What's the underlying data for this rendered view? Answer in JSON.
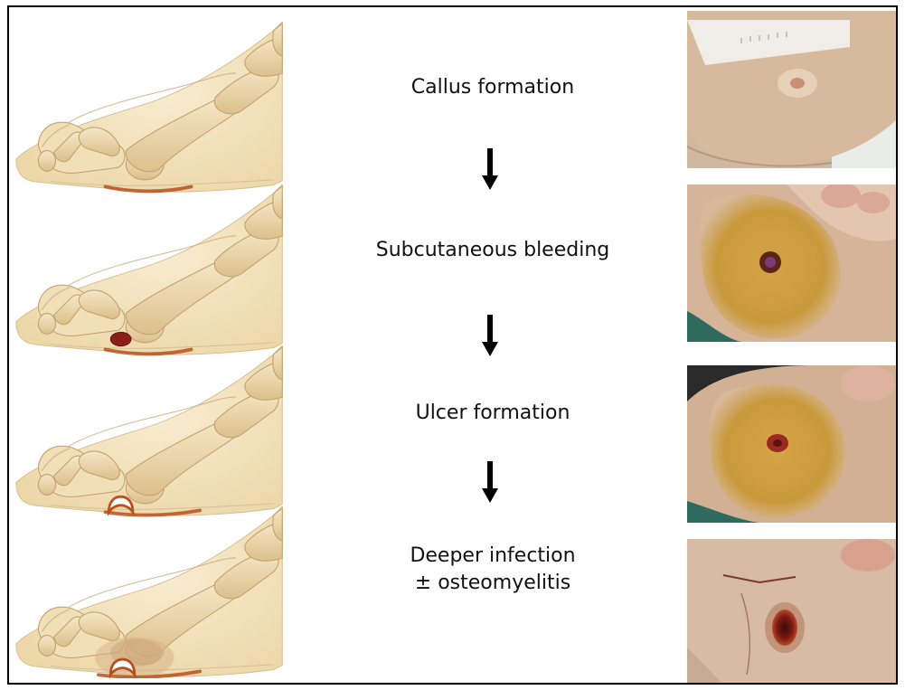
{
  "stages": [
    {
      "label_lines": [
        "Callus formation"
      ]
    },
    {
      "label_lines": [
        "Subcutaneous bleeding"
      ]
    },
    {
      "label_lines": [
        "Ulcer formation"
      ]
    },
    {
      "label_lines": [
        "Deeper infection",
        "± osteomyelitis"
      ]
    }
  ],
  "arrow_icon": "arrow-down-icon",
  "colors": {
    "skin": "#f4e6c4",
    "bone": "#ead6ac",
    "bone_outline": "#c3a472",
    "lesion": "#b8501f",
    "photo_skin": "#d8b89a",
    "slough": "#c99a3c",
    "wound": "#8a1f1a"
  }
}
